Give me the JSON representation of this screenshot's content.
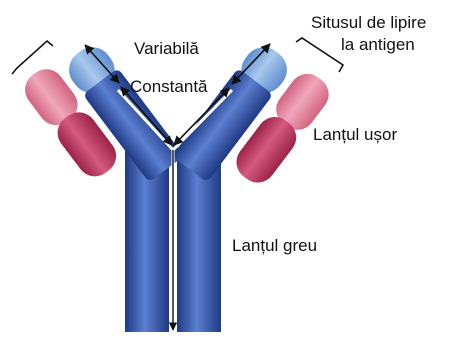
{
  "labels": {
    "variable": "Variabilă",
    "constant": "Constantă",
    "binding_site_line1": "Situsul de lipire",
    "binding_site_line2": "la antigen",
    "light_chain": "Lanțul ușor",
    "heavy_chain": "Lanțul greu"
  },
  "colors": {
    "heavy_chain": "#2b4a9c",
    "heavy_chain_highlight": "#5c7fd0",
    "variable_region": "#7fa9dc",
    "light_chain_constant": "#c23a63",
    "light_chain_variable": "#e3839f",
    "arrows": "#111111"
  }
}
